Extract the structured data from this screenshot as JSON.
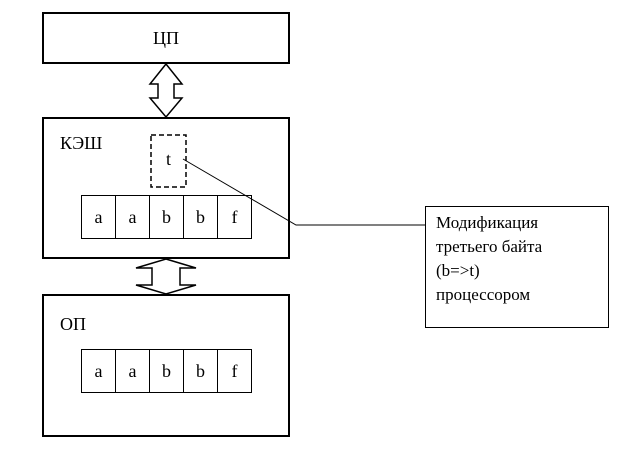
{
  "cpu": {
    "label": "ЦП"
  },
  "cache": {
    "label": "КЭШ",
    "modified_value": "t",
    "cells": [
      "a",
      "a",
      "b",
      "b",
      "f"
    ]
  },
  "memory": {
    "label": "ОП",
    "cells": [
      "a",
      "a",
      "b",
      "b",
      "f"
    ]
  },
  "annotation": {
    "lines": [
      "Модификация",
      "третьего байта",
      "(b=>t)",
      "процессором"
    ]
  }
}
